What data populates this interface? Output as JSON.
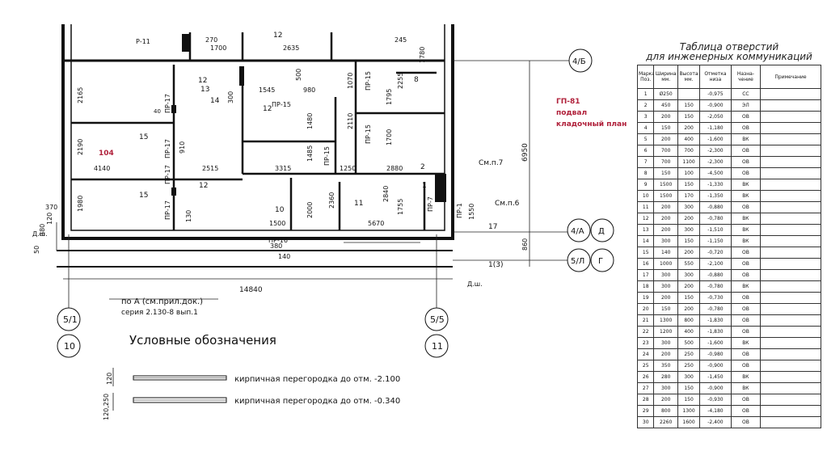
{
  "plan": {
    "sheet_code": "ГП-81",
    "sheet_subtitle": "подвал",
    "sheet_name": "кладочный план",
    "room_104": "104",
    "axes": {
      "a_5_1": "5/1",
      "a_10": "10",
      "a_5_5": "5/5",
      "a_11": "11",
      "a_4b": "4/Б",
      "a_4a": "4/А",
      "a_d": "Д",
      "a_5l": "5/Л",
      "a_g": "Г"
    },
    "dims": {
      "d14840": "14840",
      "d6950": "6950",
      "d860": "860",
      "d4140": "4140",
      "d2515": "2515",
      "d3315": "3315",
      "d5670": "5670",
      "d2165": "2165",
      "d2190": "2190",
      "d1980": "1980",
      "d1700": "1700",
      "d2635": "2635",
      "d1545": "1545",
      "d980": "980",
      "d1250": "1250",
      "d2880": "2880",
      "d2110": "2110",
      "d1480": "1480",
      "d1485": "1485",
      "d2840": "2840",
      "d1795": "1795",
      "d2360": "2360",
      "d1755": "1755",
      "d1500": "1500",
      "d380a": "380",
      "d370": "370",
      "d120": "120",
      "d50": "50",
      "d380b": "380",
      "d140": "140",
      "d1550": "1550",
      "d2000": "2000",
      "d910": "910",
      "d270": "270",
      "d500": "500",
      "d300": "300",
      "d1070": "1070",
      "d245": "245",
      "d2255": "2255",
      "d1780": "1780",
      "d130": "130"
    },
    "labels": {
      "p11": "Р-11",
      "pr17a": "ПР-17",
      "pr17b": "ПР-17",
      "pr17c": "ПР-17",
      "pr17d": "ПР-17",
      "pr15a": "ПР-15",
      "pr15b": "ПР-15",
      "pr15c": "ПР-15",
      "pr15d": "ПР-15",
      "pr16": "ПР-16",
      "pr7": "ПР-7",
      "pr1": "ПР-1",
      "n12a": "12",
      "n12b": "12",
      "n12c": "12",
      "n12d": "12",
      "n13": "13",
      "n14": "14",
      "n15a": "15",
      "n15b": "15",
      "n8": "8",
      "n10": "10",
      "n11": "11",
      "n17": "17",
      "n2": "2",
      "n1": "1",
      "n1_3": "1(3)",
      "n40": "40",
      "smp7": "См.п.7",
      "smp6": "См.п.6",
      "dsh1": "Д.ш.",
      "dsh2": "Д.ш."
    },
    "ref_line1": "по А (см.прил.док.)",
    "ref_line2": "серия 2.130-8 вып.1"
  },
  "legend": {
    "title": "Условные обозначения",
    "item1_dim": "120",
    "item1_text": "кирпичная перегородка  до отм. -2.100",
    "item2_dim": "120,250",
    "item2_text": "кирпичная перегородка  до отм. -0.340"
  },
  "openings": {
    "title_line1": "Таблица отверстий",
    "title_line2": "для инженерных коммуникаций",
    "headers": [
      "Марка Поз.",
      "Ширина мм.",
      "Высота мм.",
      "Отметка низа",
      "Назна-чение",
      "Примечание"
    ],
    "rows": [
      [
        "1",
        "Ø250",
        "",
        "-0,975",
        "СС",
        ""
      ],
      [
        "2",
        "450",
        "150",
        "-0,900",
        "ЭЛ",
        ""
      ],
      [
        "3",
        "200",
        "150",
        "-2,050",
        "ОВ",
        ""
      ],
      [
        "4",
        "150",
        "200",
        "-1,180",
        "ОВ",
        ""
      ],
      [
        "5",
        "200",
        "400",
        "-1,600",
        "ВК",
        ""
      ],
      [
        "6",
        "700",
        "700",
        "-2,300",
        "ОВ",
        ""
      ],
      [
        "7",
        "700",
        "1100",
        "-2,300",
        "ОВ",
        ""
      ],
      [
        "8",
        "150",
        "100",
        "-4,500",
        "ОВ",
        ""
      ],
      [
        "9",
        "1500",
        "150",
        "-1,330",
        "ВК",
        ""
      ],
      [
        "10",
        "1500",
        "170",
        "-1,350",
        "ВК",
        ""
      ],
      [
        "11",
        "200",
        "300",
        "-0,880",
        "ОВ",
        ""
      ],
      [
        "12",
        "200",
        "200",
        "-0,780",
        "ВК",
        ""
      ],
      [
        "13",
        "200",
        "300",
        "-1,510",
        "ВК",
        ""
      ],
      [
        "14",
        "300",
        "150",
        "-1,150",
        "ВК",
        ""
      ],
      [
        "15",
        "140",
        "200",
        "-0,720",
        "ОВ",
        ""
      ],
      [
        "16",
        "1000",
        "550",
        "-2,100",
        "ОВ",
        ""
      ],
      [
        "17",
        "300",
        "300",
        "-0,880",
        "ОВ",
        ""
      ],
      [
        "18",
        "300",
        "200",
        "-0,780",
        "ВК",
        ""
      ],
      [
        "19",
        "200",
        "150",
        "-0,730",
        "ОВ",
        ""
      ],
      [
        "20",
        "150",
        "200",
        "-0,780",
        "ОВ",
        ""
      ],
      [
        "21",
        "1300",
        "800",
        "-1,830",
        "ОВ",
        ""
      ],
      [
        "22",
        "1200",
        "400",
        "-1,830",
        "ОВ",
        ""
      ],
      [
        "23",
        "300",
        "500",
        "-1,600",
        "ВК",
        ""
      ],
      [
        "24",
        "200",
        "250",
        "-0,980",
        "ОВ",
        ""
      ],
      [
        "25",
        "350",
        "250",
        "-0,900",
        "ОВ",
        ""
      ],
      [
        "26",
        "280",
        "300",
        "-1,450",
        "ВК",
        ""
      ],
      [
        "27",
        "300",
        "150",
        "-0,900",
        "ВК",
        ""
      ],
      [
        "28",
        "200",
        "150",
        "-0,930",
        "ОВ",
        ""
      ],
      [
        "29",
        "800",
        "1300",
        "-4,180",
        "ОВ",
        ""
      ],
      [
        "30",
        "2260",
        "1600",
        "-2,400",
        "ОВ",
        ""
      ]
    ]
  }
}
